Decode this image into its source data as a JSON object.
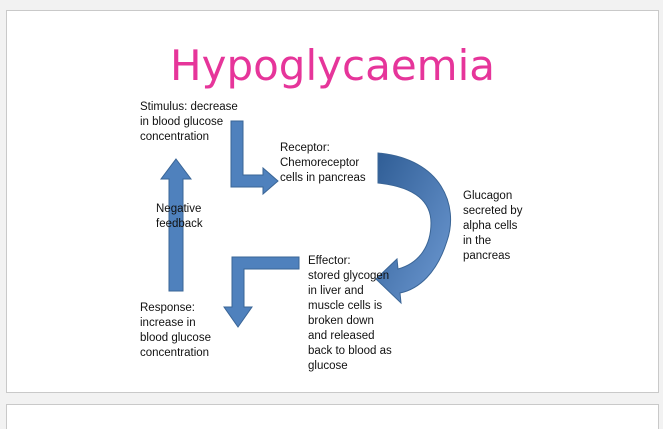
{
  "title": "Hypoglycaemia",
  "colors": {
    "title": "#e6359a",
    "arrow_fill": "#4f81bd",
    "arrow_stroke": "#3a6596",
    "curved_arrow_dark": "#2f5d95",
    "curved_arrow_light": "#6e9ad3"
  },
  "labels": {
    "stimulus": "Stimulus: decrease\nin blood glucose\nconcentration",
    "receptor": "Receptor:\nChemoreceptor\ncells in pancreas",
    "glucagon": "Glucagon\nsecreted by\nalpha cells\nin the\npancreas",
    "effector": "Effector:\nstored glycogen\nin liver and\nmuscle cells is\nbroken down\nand released\nback to blood as\nglucose",
    "response": "Response:\nincrease in\nblood glucose\nconcentration",
    "negative_feedback": "Negative\nfeedback"
  }
}
